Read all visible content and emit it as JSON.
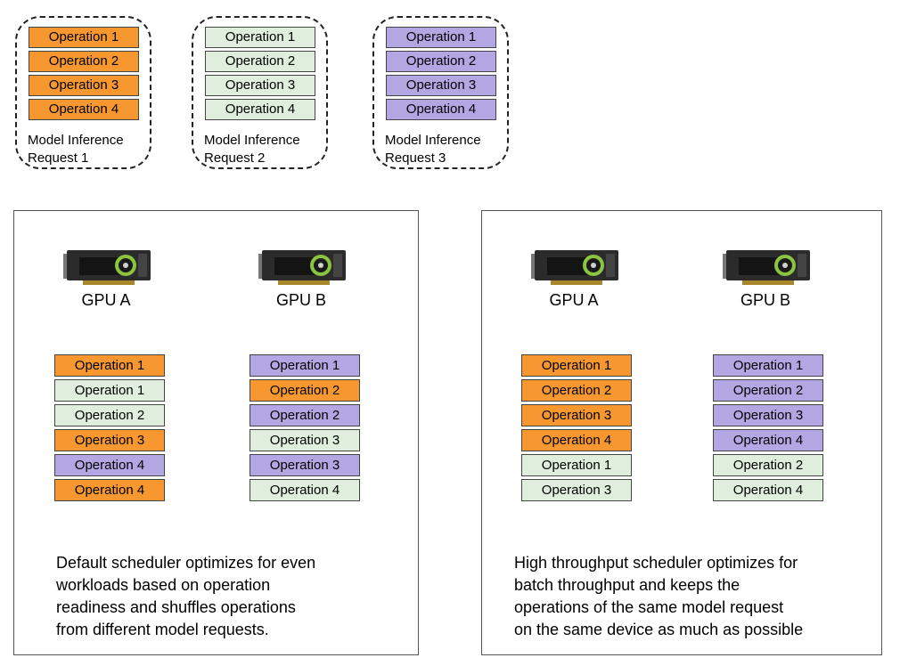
{
  "colors": {
    "orange": "#f6982f",
    "green": "#dfeedd",
    "purple": "#b3a7e3"
  },
  "requests": [
    {
      "color": "orange",
      "operations": [
        "Operation 1",
        "Operation 2",
        "Operation 3",
        "Operation 4"
      ],
      "label_line1": "Model Inference",
      "label_line2": "Request 1"
    },
    {
      "color": "green",
      "operations": [
        "Operation 1",
        "Operation 2",
        "Operation 3",
        "Operation 4"
      ],
      "label_line1": "Model Inference",
      "label_line2": "Request 2"
    },
    {
      "color": "purple",
      "operations": [
        "Operation 1",
        "Operation 2",
        "Operation 3",
        "Operation 4"
      ],
      "label_line1": "Model Inference",
      "label_line2": "Request 3"
    }
  ],
  "panels": [
    {
      "gpus": [
        {
          "icon": "gpu-card-icon",
          "label": "GPU A",
          "operations": [
            {
              "text": "Operation 1",
              "color": "orange"
            },
            {
              "text": "Operation 1",
              "color": "green"
            },
            {
              "text": "Operation 2",
              "color": "green"
            },
            {
              "text": "Operation 3",
              "color": "orange"
            },
            {
              "text": "Operation 4",
              "color": "purple"
            },
            {
              "text": "Operation 4",
              "color": "orange"
            }
          ]
        },
        {
          "icon": "gpu-card-icon",
          "label": "GPU B",
          "operations": [
            {
              "text": "Operation 1",
              "color": "purple"
            },
            {
              "text": "Operation 2",
              "color": "orange"
            },
            {
              "text": "Operation 2",
              "color": "purple"
            },
            {
              "text": "Operation 3",
              "color": "green"
            },
            {
              "text": "Operation 3",
              "color": "purple"
            },
            {
              "text": "Operation 4",
              "color": "green"
            }
          ]
        }
      ],
      "caption": [
        "Default scheduler optimizes for even",
        "workloads based on operation",
        "readiness and shuffles operations",
        "from different model requests."
      ]
    },
    {
      "gpus": [
        {
          "icon": "gpu-card-icon",
          "label": "GPU A",
          "operations": [
            {
              "text": "Operation 1",
              "color": "orange"
            },
            {
              "text": "Operation 2",
              "color": "orange"
            },
            {
              "text": "Operation 3",
              "color": "orange"
            },
            {
              "text": "Operation 4",
              "color": "orange"
            },
            {
              "text": "Operation 1",
              "color": "green"
            },
            {
              "text": "Operation 3",
              "color": "green"
            }
          ]
        },
        {
          "icon": "gpu-card-icon",
          "label": "GPU B",
          "operations": [
            {
              "text": "Operation 1",
              "color": "purple"
            },
            {
              "text": "Operation 2",
              "color": "purple"
            },
            {
              "text": "Operation 3",
              "color": "purple"
            },
            {
              "text": "Operation 4",
              "color": "purple"
            },
            {
              "text": "Operation 2",
              "color": "green"
            },
            {
              "text": "Operation 4",
              "color": "green"
            }
          ]
        }
      ],
      "caption": [
        "High throughput scheduler optimizes for",
        "batch throughput and keeps the",
        "operations of the same model request",
        "on the same device as much as possible"
      ]
    }
  ]
}
